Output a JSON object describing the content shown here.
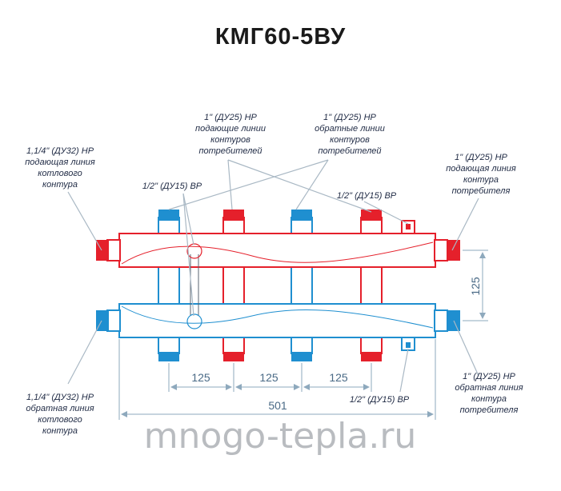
{
  "title": "КМГ60-5ВУ",
  "labels": {
    "supply_boiler": [
      "1,1/4\" (ДУ32) НР",
      "подающая линия",
      "котлового",
      "контура"
    ],
    "return_boiler": [
      "1,1/4\" (ДУ32) НР",
      "обратная линия",
      "котлового",
      "контура"
    ],
    "supply_consumers": [
      "1\" (ДУ25) НР",
      "подающие линии",
      "контуров",
      "потребителей"
    ],
    "return_consumers": [
      "1\" (ДУ25) НР",
      "обратные линии",
      "контуров",
      "потребителей"
    ],
    "supply_consumer_right": [
      "1\" (ДУ25) НР",
      "подающая линия",
      "контура",
      "потребителя"
    ],
    "return_consumer_right": [
      "1\" (ДУ25) НР",
      "обратная линия",
      "контура",
      "потребителя"
    ],
    "vent_left": "1/2\" (ДУ15) ВР",
    "vent_right": "1/2\" (ДУ15) ВР",
    "drain_bottom": "1/2\" (ДУ15) ВР"
  },
  "dimensions": {
    "pitch": [
      "125",
      "125",
      "125"
    ],
    "total_length": "501",
    "header_spacing": "125"
  },
  "watermark": "mnogo-tepla.ru",
  "colors": {
    "supply_red": "#e5202b",
    "return_blue": "#1f8fd0",
    "outline": "#5a6470",
    "dimension_line": "#8ea9bd"
  }
}
